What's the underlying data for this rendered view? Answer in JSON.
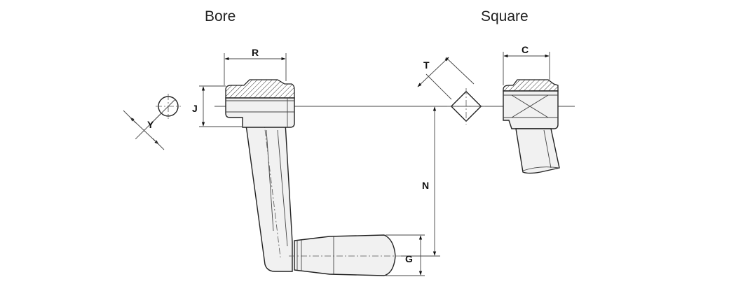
{
  "headings": {
    "bore": "Bore",
    "square": "Square"
  },
  "dimensions": {
    "R": "R",
    "J": "J",
    "Y": "Y",
    "T": "T",
    "C": "C",
    "N": "N",
    "G": "G"
  }
}
